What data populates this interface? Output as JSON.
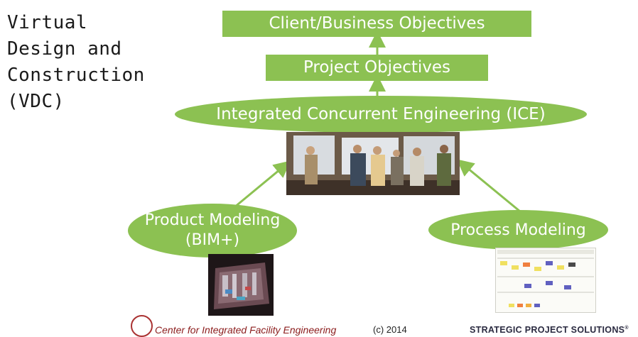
{
  "title": {
    "line1": "Virtual",
    "line2": "Design and",
    "line3": "Construction",
    "line4": "(VDC)"
  },
  "diagram": {
    "client_objectives": "Client/Business Objectives",
    "project_objectives": "Project Objectives",
    "ice": "Integrated Concurrent Engineering (ICE)",
    "product_modeling_line1": "Product Modeling",
    "product_modeling_line2": "(BIM+)",
    "process_modeling": "Process Modeling"
  },
  "footer": {
    "cife": "Center for Integrated Facility Engineering",
    "year": "(c) 2014",
    "sps": "STRATEGIC PROJECT SOLUTIONS",
    "sps_mark": "®"
  },
  "colors": {
    "accent_green": "#8cc152"
  }
}
